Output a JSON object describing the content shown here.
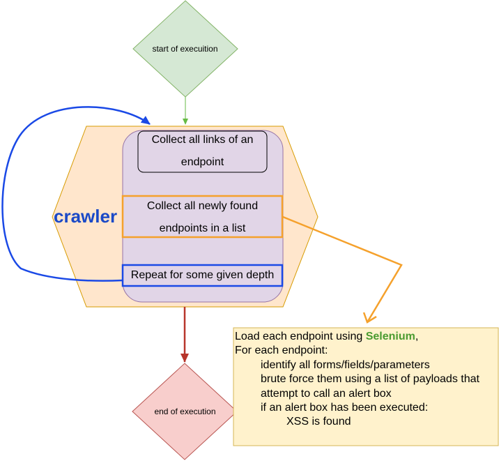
{
  "nodes": {
    "start": "start of execuition",
    "end": "end of execution",
    "crawler": "crawler",
    "collect_links": "Collect all links of an endpoint",
    "collect_endpoints": "Collect all newly found endpoints in a list",
    "repeat": "Repeat for some given depth"
  },
  "note": {
    "line1_pre": "Load each endpoint using ",
    "line1_highlight": "Selenium",
    "line1_post": ",",
    "line2": "For each endpoint:",
    "line3": "identify all forms/fields/parameters",
    "line4": "brute force them using a list of payloads that",
    "line5": "attempt to call an alert box",
    "line6": "if an alert box has been executed:",
    "line7": "XSS is found"
  },
  "colors": {
    "start_fill": "#d5e8d4",
    "start_stroke": "#82b366",
    "end_fill": "#f8cecc",
    "end_stroke": "#b85450",
    "hex_fill": "#ffe6cc",
    "hex_stroke": "#d79b00",
    "purple_fill": "#e1d5e7",
    "purple_stroke": "#9673a6",
    "note_fill": "#fff2cc",
    "note_stroke": "#d6b656",
    "orange": "#f5a12c",
    "blue": "#1a49e6",
    "red": "#b7352b",
    "green": "#66bb44"
  }
}
